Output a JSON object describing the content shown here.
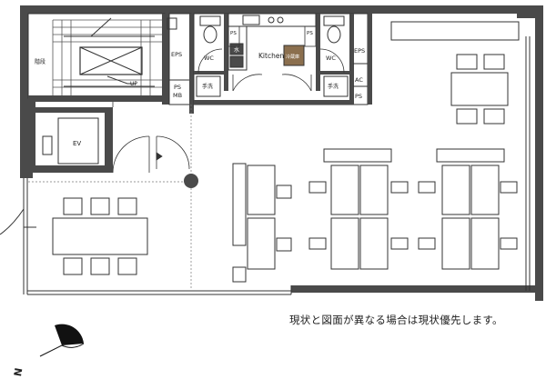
{
  "labels": {
    "stairs": "階段",
    "up": "UP",
    "eps_left": "EPS",
    "ps_mb_1": "PS",
    "ps_mb_2": "MB",
    "wc_left": "WC",
    "wc_right": "WC",
    "ps_small_left": "PS",
    "ps_small_right": "PS",
    "wash_left": "手洗",
    "wash_right": "手洗",
    "kitchen": "Kitchen",
    "fridge": "冷蔵庫",
    "fixture_top": "水",
    "fixture_bottom": "",
    "eps_right": "EPS",
    "ac": "AC",
    "ps_right": "PS",
    "elevator": "EV",
    "north": "N"
  },
  "note": "現状と図面が異なる場合は現状優先します。",
  "colors": {
    "wall": "#4a4a4a",
    "line": "#333333"
  }
}
